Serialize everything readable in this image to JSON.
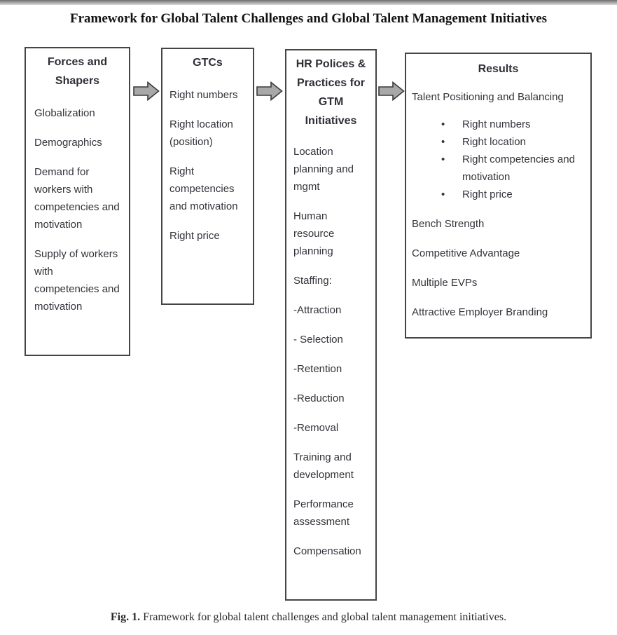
{
  "page": {
    "title": "Framework for Global Talent Challenges and Global Talent Management Initiatives",
    "caption_label": "Fig. 1.",
    "caption_text": " Framework for global talent challenges and global talent management initiatives."
  },
  "colors": {
    "arrow_fill": "#a8a8a8",
    "arrow_stroke": "#3a3a3a",
    "box_border": "#454545",
    "body_text": "#33333b",
    "title_text": "#141414",
    "background": "#ffffff"
  },
  "icons": {
    "flow_arrow": "right-arrow-icon",
    "bullet": "bullet-dot-icon"
  },
  "boxes": {
    "forces": {
      "title": "Forces and Shapers",
      "items": [
        "Globalization",
        "Demographics",
        "Demand for workers with competencies and motivation",
        "Supply of workers with competencies and motivation"
      ]
    },
    "gtcs": {
      "title": "GTCs",
      "items": [
        "Right numbers",
        "Right location (position)",
        "Right competencies and motivation",
        "Right price"
      ]
    },
    "hr": {
      "title": "HR Polices & Practices for GTM Initiatives",
      "items": [
        "Location planning and mgmt",
        "Human resource planning",
        "Staffing:",
        "-Attraction",
        "- Selection",
        "-Retention",
        "-Reduction",
        "-Removal",
        "Training and development",
        "Performance assessment",
        "Compensation"
      ]
    },
    "results": {
      "title": "Results",
      "lead": "Talent Positioning and Balancing",
      "bullet_char": "•",
      "bullets": [
        "Right numbers",
        "Right location",
        "Right competencies and motivation",
        "Right price"
      ],
      "items": [
        "Bench Strength",
        "Competitive Advantage",
        "Multiple EVPs",
        "Attractive Employer Branding"
      ]
    }
  }
}
